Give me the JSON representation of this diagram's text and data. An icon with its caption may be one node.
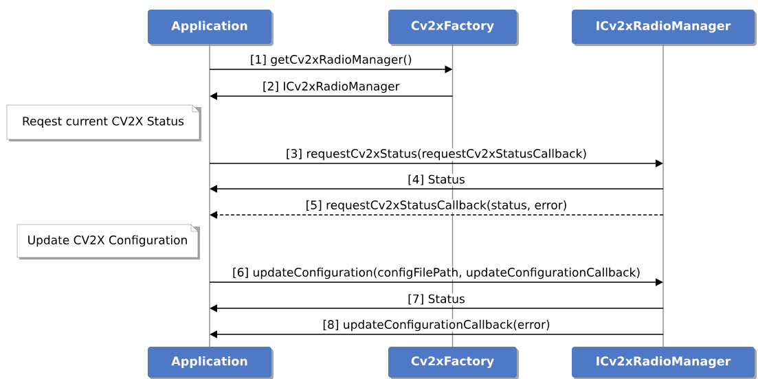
{
  "diagram": {
    "nodes": [
      {
        "text": [
          "Application"
        ]
      },
      {
        "text": [
          "Cv2xFactory"
        ]
      },
      {
        "text": [
          "ICv2xRadioManager"
        ]
      },
      {
        "text": [
          "Application"
        ]
      },
      {
        "text": [
          "Cv2xFactory"
        ]
      },
      {
        "text": [
          "ICv2xRadioManager"
        ]
      },
      {
        "text": [
          "Reqest current CV2X Status"
        ]
      },
      {
        "text": [
          "Update CV2X Configuration"
        ]
      },
      {
        "text": [],
        "shape": "line"
      },
      {
        "text": [],
        "shape": "line"
      },
      {
        "text": [],
        "shape": "line"
      }
    ],
    "edges": [
      {
        "from": 8,
        "to": 9,
        "arrow": "to",
        "label": "[1] getCv2xRadioManager()"
      },
      {
        "from": 9,
        "to": 8,
        "arrow": "to",
        "label": "[2] ICv2xRadioManager"
      },
      {
        "from": 8,
        "to": 10,
        "arrow": "to",
        "label": "[3] requestCv2xStatus(requestCv2xStatusCallback)"
      },
      {
        "from": 10,
        "to": 8,
        "arrow": "to",
        "label": "[4] Status"
      },
      {
        "from": 10,
        "to": 8,
        "arrow": "to",
        "label": "[5] requestCv2xStatusCallback(status, error)",
        "style": "dashed"
      },
      {
        "from": 8,
        "to": 10,
        "arrow": "to",
        "label": "[6] updateConfiguration(configFilePath, updateConfigurationCallback)"
      },
      {
        "from": 10,
        "to": 8,
        "arrow": "to",
        "label": "[7] Status"
      },
      {
        "from": 10,
        "to": 8,
        "arrow": "to",
        "label": "[8] updateConfigurationCallback(error)"
      }
    ]
  }
}
